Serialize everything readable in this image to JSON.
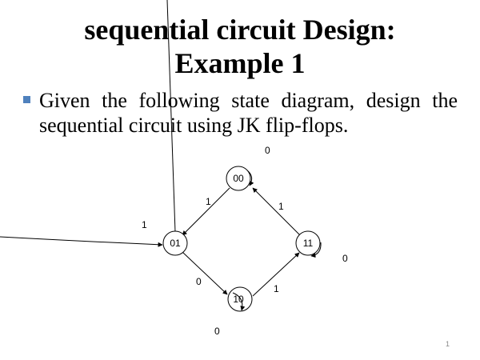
{
  "slide": {
    "title_line1": "sequential circuit Design:",
    "title_line2": "Example 1",
    "bullet_text": "Given the following state diagram, design the sequential circuit using JK flip-flops.",
    "page_number": "1",
    "bullet_color": "#4f81bd"
  },
  "diagram": {
    "states": [
      {
        "id": "s00",
        "label": "00"
      },
      {
        "id": "s01",
        "label": "01"
      },
      {
        "id": "s10",
        "label": "10"
      },
      {
        "id": "s11",
        "label": "11"
      }
    ],
    "transitions": [
      {
        "from": "00",
        "to": "01",
        "label": "1"
      },
      {
        "from": "11",
        "to": "00",
        "label": "1"
      },
      {
        "from": "01",
        "to": "10",
        "label": "0"
      },
      {
        "from": "10",
        "to": "11",
        "label": "1"
      },
      {
        "from": "00",
        "to": "00",
        "label": "0"
      },
      {
        "from": "11",
        "to": "11",
        "label": "0"
      },
      {
        "from": "10",
        "to": "10",
        "label": "0"
      },
      {
        "from": "01",
        "to": "01",
        "label": "1"
      }
    ]
  }
}
